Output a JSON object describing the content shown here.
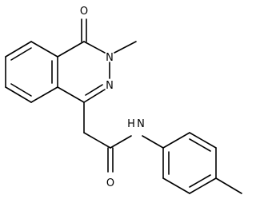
{
  "molecule": {
    "atoms": {
      "o_carbonyl_top": "O",
      "n_methyl": "N",
      "n_ring": "N",
      "nh_amide": "H",
      "n_amide": "N",
      "o_amide": "O"
    }
  },
  "colors": {
    "bond": "#000000",
    "label": "#000000",
    "background": "#ffffff"
  }
}
